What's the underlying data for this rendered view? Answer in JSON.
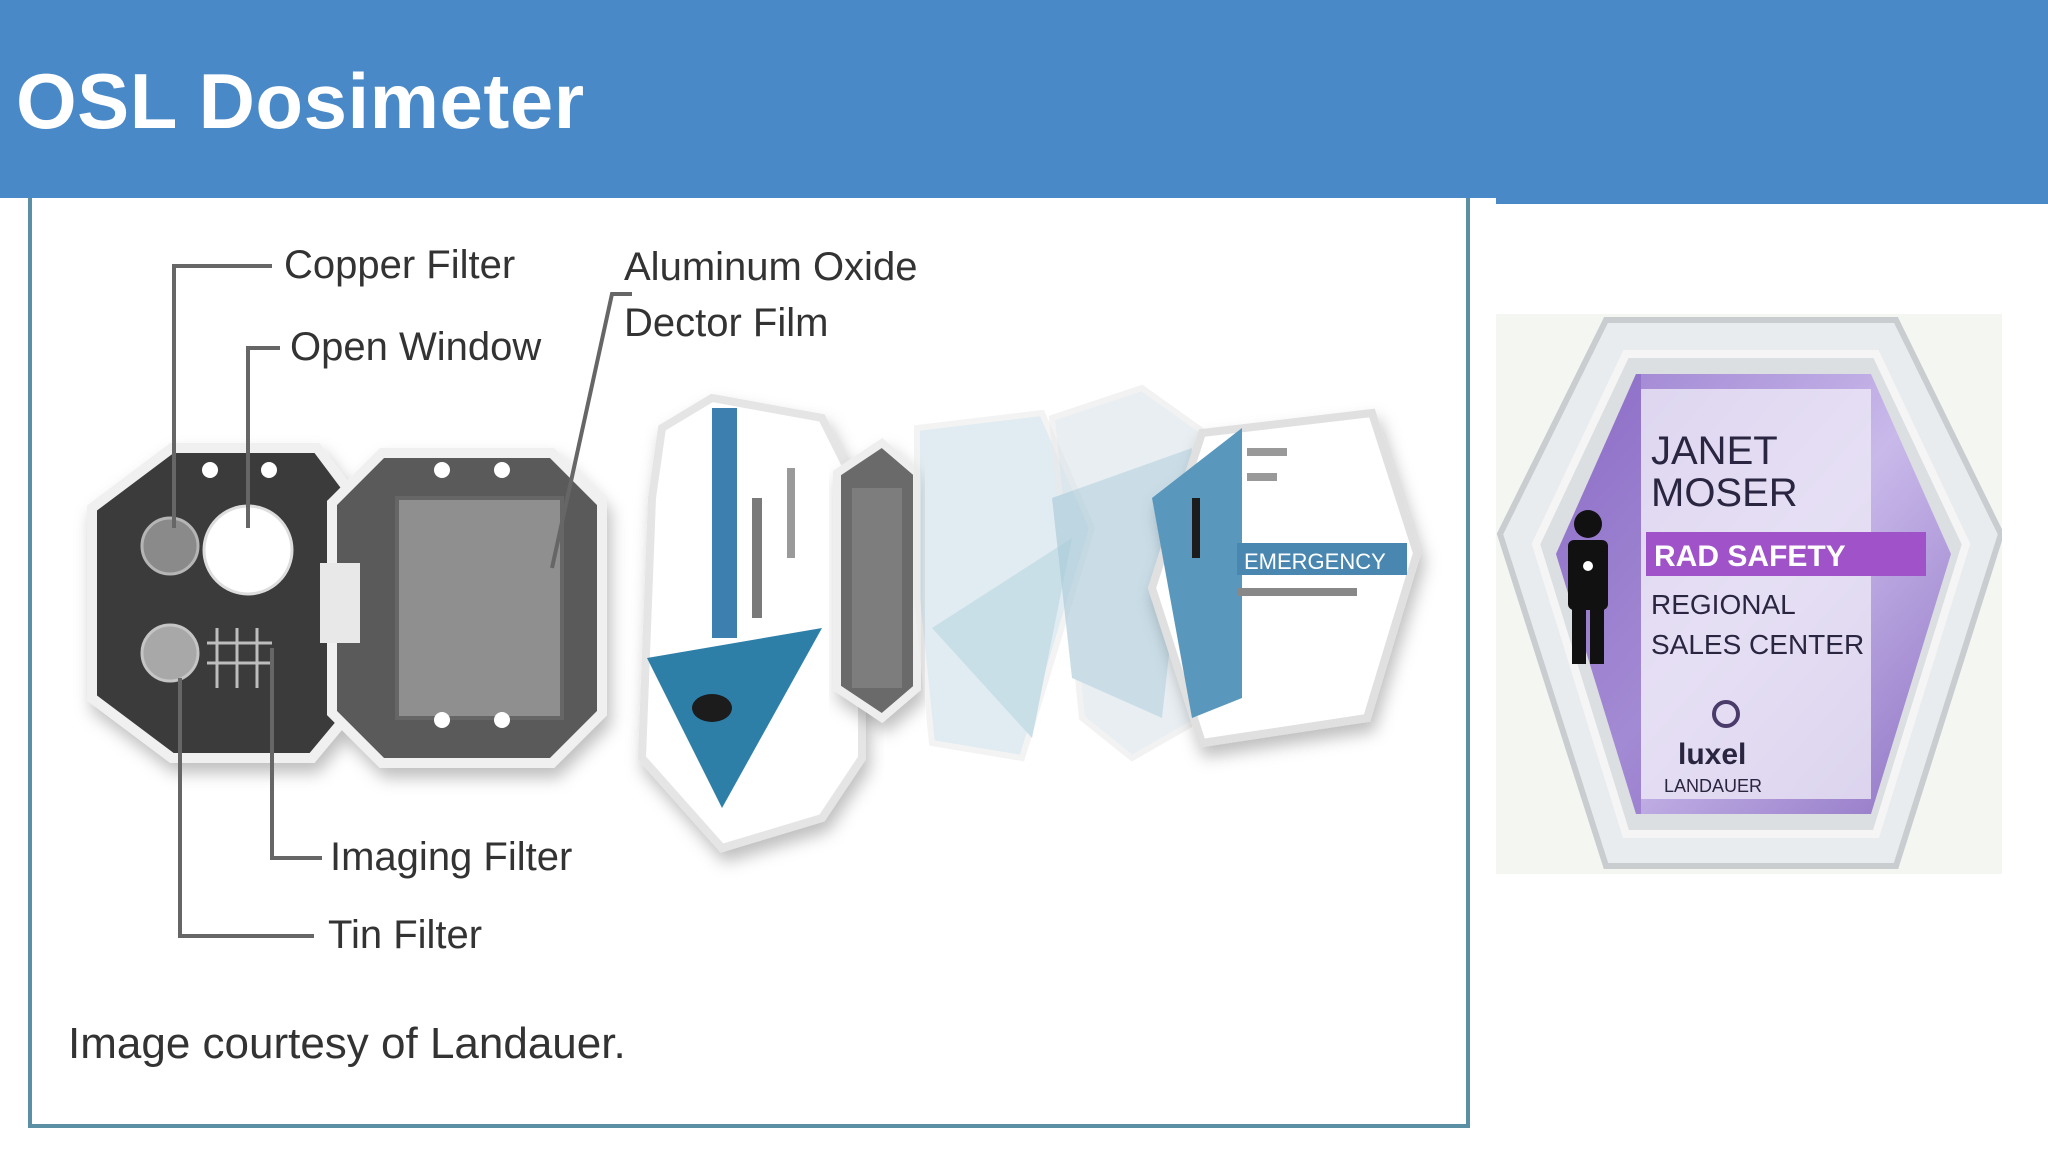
{
  "slide": {
    "title": "OSL Dosimeter"
  },
  "diagram": {
    "labels": {
      "copper_filter": "Copper Filter",
      "open_window": "Open Window",
      "aluminum_oxide_line1": "Aluminum Oxide",
      "aluminum_oxide_line2": "Dector Film",
      "imaging_filter": "Imaging Filter",
      "tin_filter": "Tin Filter"
    },
    "caption": "Image courtesy of Landauer.",
    "card_text": "EMERGENCY"
  },
  "badge": {
    "name_line1": "JANET",
    "name_line2": "MOSER",
    "department": "RAD SAFETY",
    "location_line1": "REGIONAL",
    "location_line2": "SALES CENTER",
    "brand": "luxel",
    "maker": "LANDAUER"
  },
  "colors": {
    "title_bar": "#4a89c8",
    "panel_border": "#5b8fa3",
    "badge_purple": "#9b7fd0",
    "badge_band": "#a052c8"
  }
}
